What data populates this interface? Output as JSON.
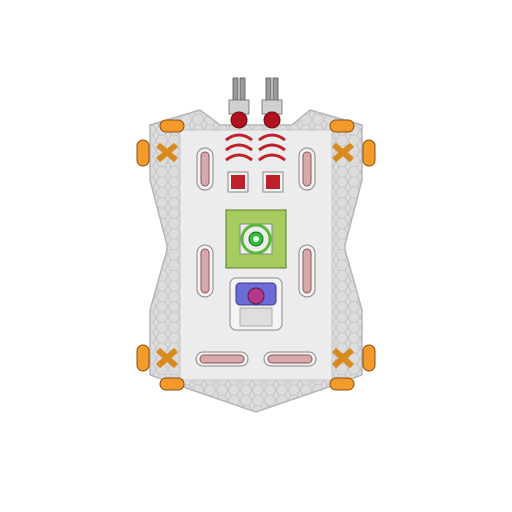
{
  "scene": {
    "background": "#ffffff",
    "hull_color": "#d9d9d9",
    "hull_edge_color": "#bdbdbd",
    "deck_color": "#e9e9e9",
    "accent_red": "#c0202a",
    "thruster_orange": "#f39a2a",
    "core_green": "#8fc64a",
    "reactor_blue": "#6b6bd8"
  },
  "ship": {
    "type": "top-down spaceship",
    "parts": [
      "twin-cannon",
      "red-coil-stacks",
      "corner-thrusters",
      "crew-pods",
      "central-green-core",
      "blue-reactor-module",
      "bottom-crew-pods"
    ],
    "turret_count": 2,
    "thruster_count": 4
  }
}
